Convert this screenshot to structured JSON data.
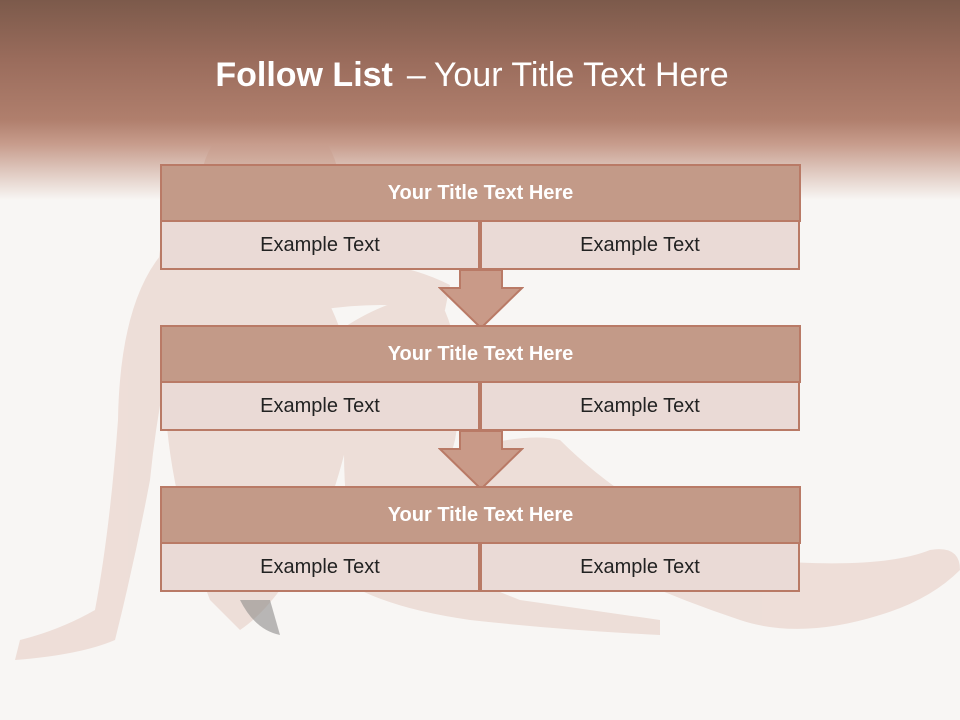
{
  "slide": {
    "title_bold": "Follow List",
    "title_dash": "–",
    "title_rest": "Your Title Text Here"
  },
  "blocks": [
    {
      "title": "Your Title Text Here",
      "left_text": "Example Text",
      "right_text": "Example Text"
    },
    {
      "title": "Your Title Text Here",
      "left_text": "Example Text",
      "right_text": "Example Text"
    },
    {
      "title": "Your Title Text Here",
      "left_text": "Example Text",
      "right_text": "Example Text"
    }
  ],
  "colors": {
    "header": "#9a6c5c",
    "block_title_fill": "#c39a88",
    "block_border": "#b97a66",
    "cell_fill": "#eadad6",
    "arrow_fill": "#c99a88"
  },
  "icons": {
    "connector": "down-arrow-icon",
    "background": "seated-figure-photo"
  }
}
